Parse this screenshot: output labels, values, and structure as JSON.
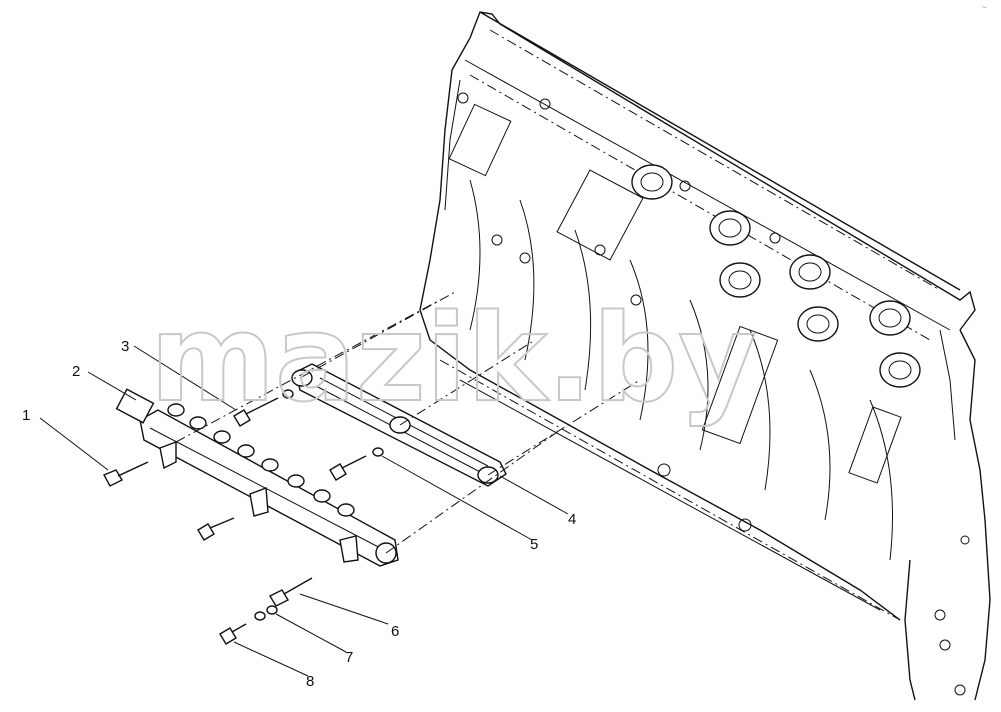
{
  "watermark": "mazik.by",
  "corner_mark": "~",
  "callouts": [
    "1",
    "2",
    "3",
    "4",
    "5",
    "6",
    "7",
    "8"
  ]
}
